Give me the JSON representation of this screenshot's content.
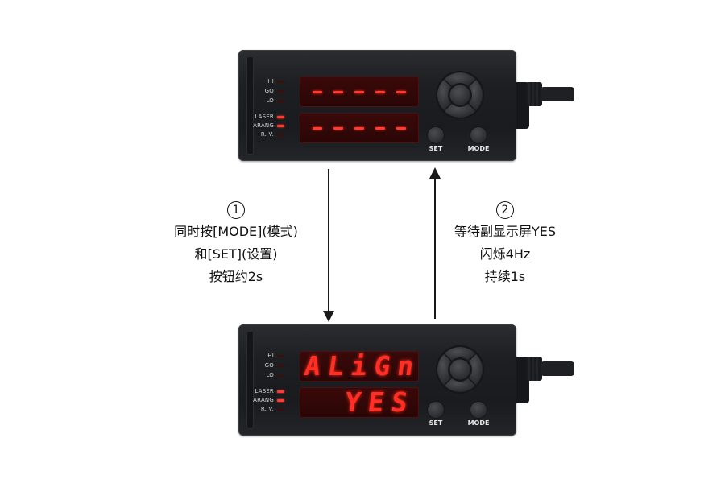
{
  "indicator_labels": {
    "hi": "HI",
    "go": "GO",
    "lo": "LO",
    "laser": "LASER",
    "arang": "ARANG",
    "rv": "R. V."
  },
  "buttons": {
    "set": "SET",
    "mode": "MODE"
  },
  "top_device": {
    "main_display_state": "dashes",
    "sub_display_state": "dashes"
  },
  "bottom_device": {
    "main_display_text": "ALiGn",
    "sub_display_text": "YES"
  },
  "step1": {
    "number": "1",
    "line1": "同时按[MODE](模式)",
    "line2": "和[SET](设置)",
    "line3": "按钮约2s"
  },
  "step2": {
    "number": "2",
    "line1": "等待副显示屏YES",
    "line2": "闪烁4Hz",
    "line3": "持续1s"
  },
  "colors": {
    "led_red": "#ff3a2e",
    "body": "#1d1f22"
  }
}
